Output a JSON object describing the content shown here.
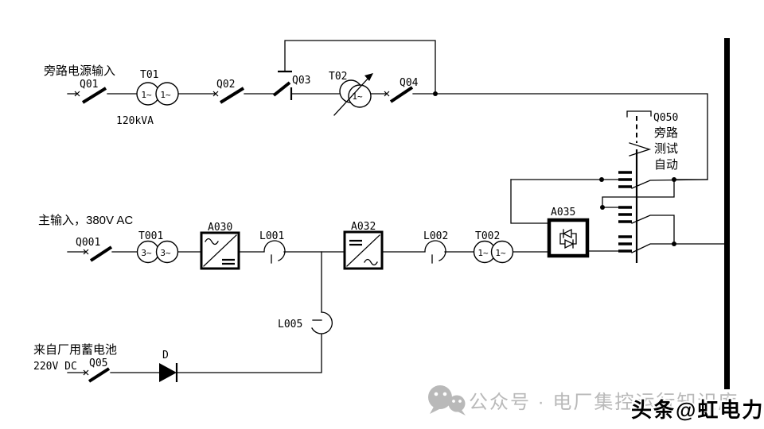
{
  "bypass_row": {
    "label": "旁路电源输入",
    "q01": "Q01",
    "t01": "T01",
    "t01_rating": "120kVA",
    "t01_winding": "1~",
    "q02": "Q02",
    "q03": "Q03",
    "t02": "T02",
    "t02_winding": "1~",
    "q04": "Q04"
  },
  "selector": {
    "label": "Q050",
    "positions": [
      "旁路",
      "测试",
      "自动"
    ]
  },
  "main_row": {
    "label": "主输入，380V AC",
    "q001": "Q001",
    "t001": "T001",
    "t001_winding": "3~",
    "a030": "A030",
    "l001": "L001",
    "a032": "A032",
    "l002": "L002",
    "t002": "T002",
    "t002_winding": "1~",
    "a035": "A035"
  },
  "battery_row": {
    "label_line1": "来自厂用蓄电池",
    "label_line2": "220V DC",
    "q05": "Q05",
    "diode": "D",
    "l005": "L005"
  },
  "watermark": {
    "wechat": "公众号 · 电厂集控运行知识库",
    "toutiao": "头条@虹电力"
  },
  "colors": {
    "line": "#000000",
    "background": "#ffffff",
    "watermark_gray": "#b9b9b9"
  }
}
